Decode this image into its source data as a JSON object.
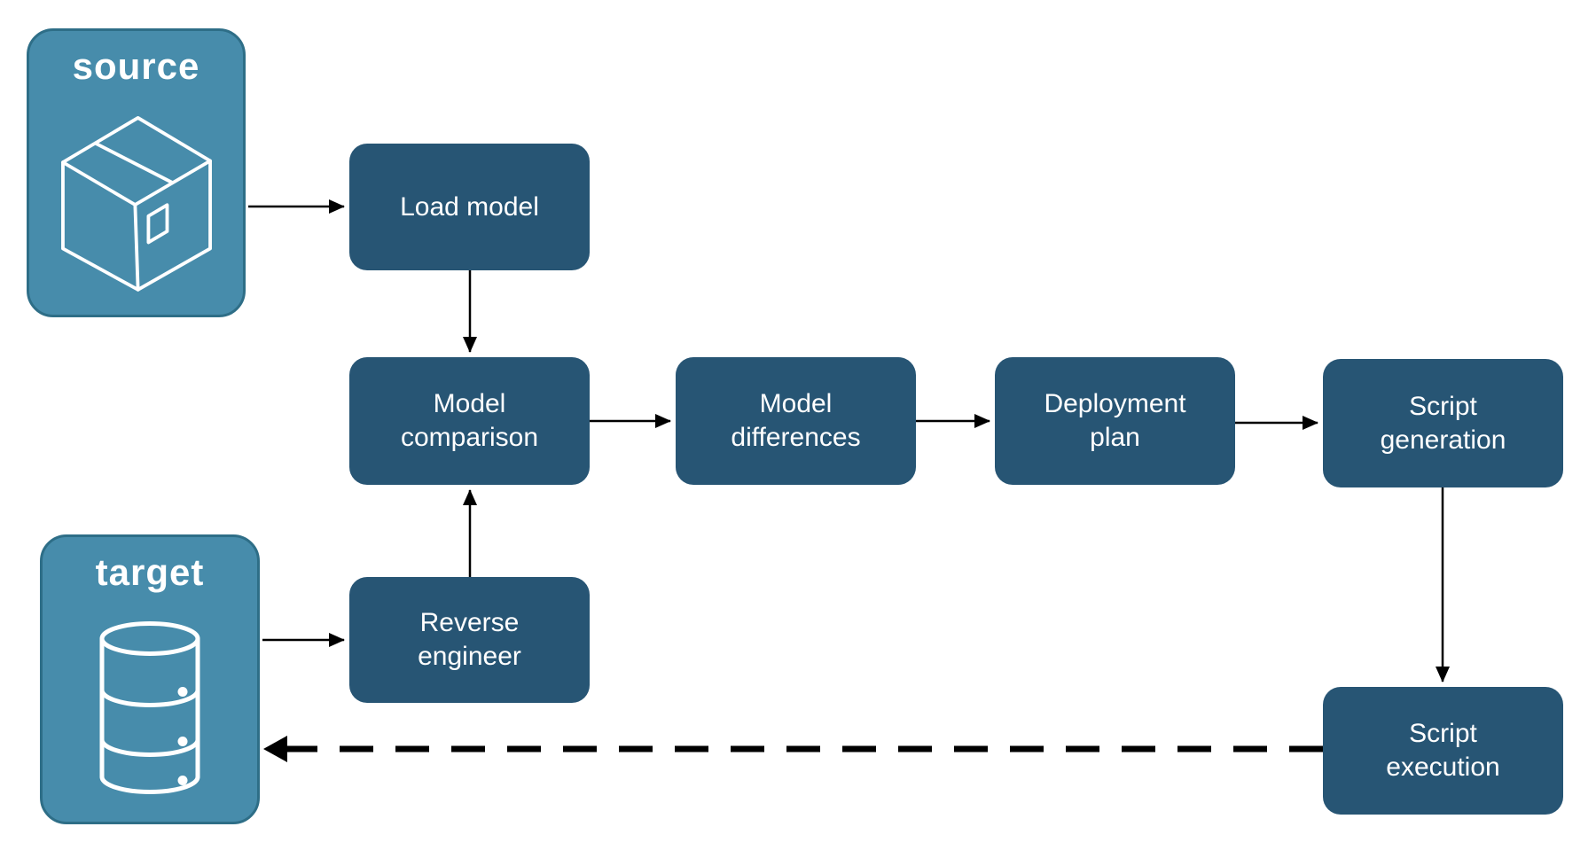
{
  "diagram": {
    "title": "",
    "cards": {
      "source": {
        "label": "source",
        "icon": "package-icon"
      },
      "target": {
        "label": "target",
        "icon": "database-icon"
      }
    },
    "nodes": {
      "load_model": {
        "label": "Load model"
      },
      "model_comparison": {
        "label": "Model comparison"
      },
      "model_differences": {
        "label": "Model differences"
      },
      "deployment_plan": {
        "label": "Deployment plan"
      },
      "script_generation": {
        "label": "Script generation"
      },
      "script_execution": {
        "label": "Script execution"
      }
    },
    "edges": [
      {
        "from": "source",
        "to": "load_model",
        "style": "solid"
      },
      {
        "from": "load_model",
        "to": "model_comparison",
        "style": "solid"
      },
      {
        "from": "model_comparison",
        "to": "model_differences",
        "style": "solid"
      },
      {
        "from": "model_differences",
        "to": "deployment_plan",
        "style": "solid"
      },
      {
        "from": "deployment_plan",
        "to": "script_generation",
        "style": "solid"
      },
      {
        "from": "script_generation",
        "to": "script_execution",
        "style": "solid"
      },
      {
        "from": "target",
        "to": "reverse_engineer",
        "style": "solid"
      },
      {
        "from": "reverse_engineer",
        "to": "model_comparison",
        "style": "solid"
      },
      {
        "from": "script_execution",
        "to": "target",
        "style": "dashed"
      }
    ],
    "colors": {
      "node_fill": "#275574",
      "card_fill": "#478CAB",
      "card_border": "#2E6E87",
      "text": "#FFFFFF",
      "arrow": "#000000",
      "background": "#FFFFFF"
    }
  },
  "reverse_engineer_label": "Reverse engineer"
}
